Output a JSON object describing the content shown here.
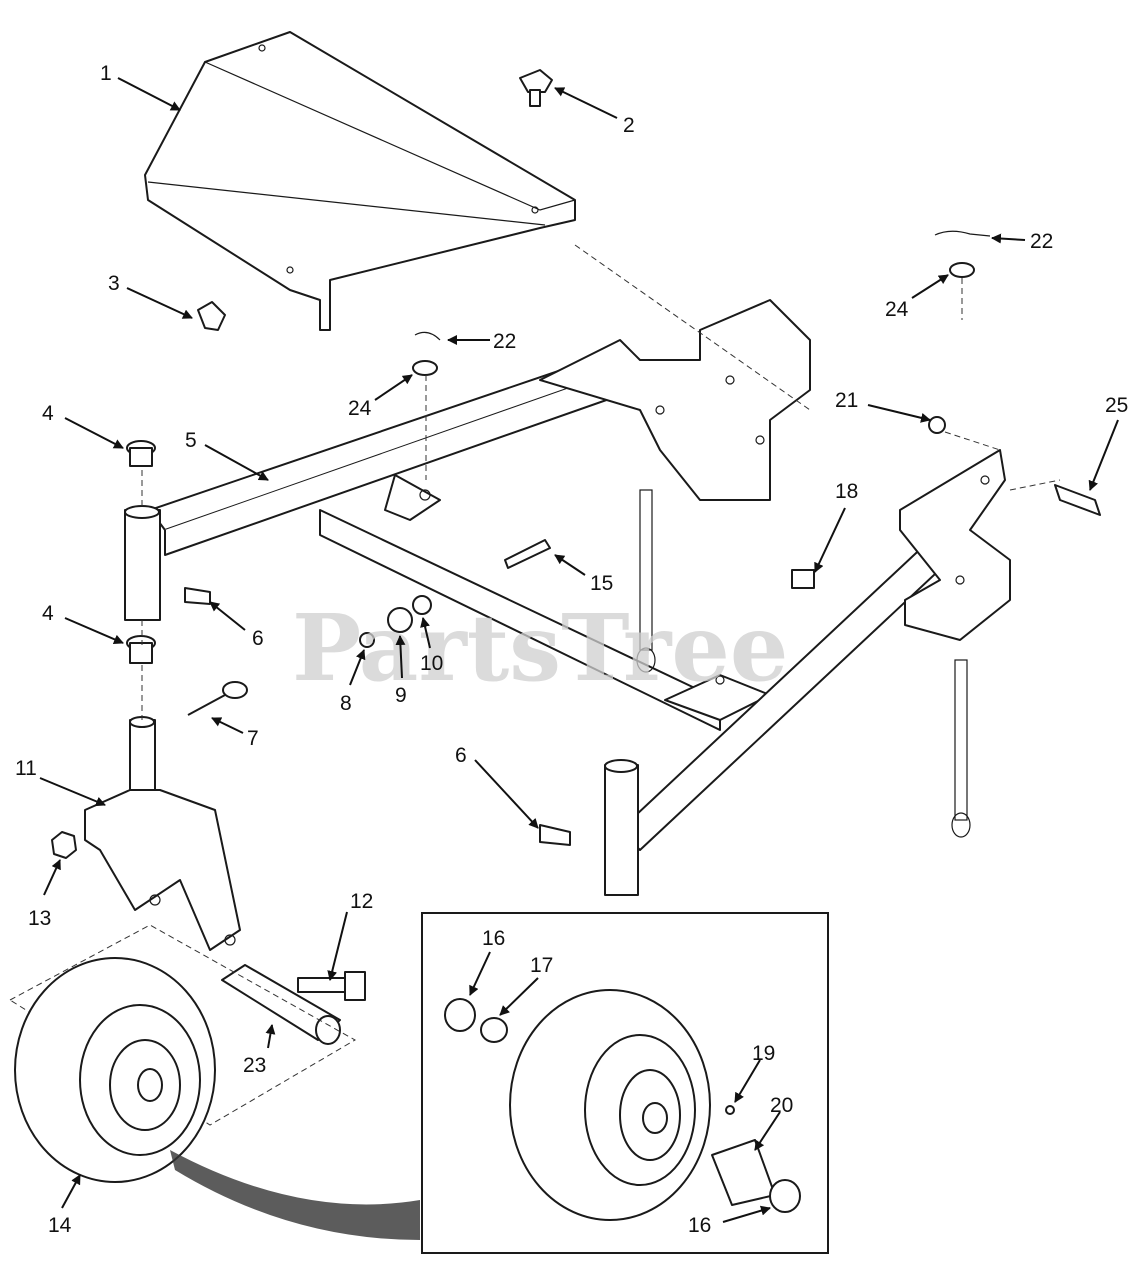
{
  "watermark": "PartsTree",
  "callouts": [
    {
      "id": "c1",
      "text": "1"
    },
    {
      "id": "c2",
      "text": "2"
    },
    {
      "id": "c3",
      "text": "3"
    },
    {
      "id": "c4a",
      "text": "4"
    },
    {
      "id": "c4b",
      "text": "4"
    },
    {
      "id": "c5",
      "text": "5"
    },
    {
      "id": "c6a",
      "text": "6"
    },
    {
      "id": "c6b",
      "text": "6"
    },
    {
      "id": "c7",
      "text": "7"
    },
    {
      "id": "c8",
      "text": "8"
    },
    {
      "id": "c9",
      "text": "9"
    },
    {
      "id": "c10",
      "text": "10"
    },
    {
      "id": "c11",
      "text": "11"
    },
    {
      "id": "c12",
      "text": "12"
    },
    {
      "id": "c13",
      "text": "13"
    },
    {
      "id": "c14",
      "text": "14"
    },
    {
      "id": "c15",
      "text": "15"
    },
    {
      "id": "c16a",
      "text": "16"
    },
    {
      "id": "c16b",
      "text": "16"
    },
    {
      "id": "c17",
      "text": "17"
    },
    {
      "id": "c18",
      "text": "18"
    },
    {
      "id": "c19",
      "text": "19"
    },
    {
      "id": "c20",
      "text": "20"
    },
    {
      "id": "c21",
      "text": "21"
    },
    {
      "id": "c22a",
      "text": "22"
    },
    {
      "id": "c22b",
      "text": "22"
    },
    {
      "id": "c23",
      "text": "23"
    },
    {
      "id": "c24a",
      "text": "24"
    },
    {
      "id": "c24b",
      "text": "24"
    },
    {
      "id": "c25",
      "text": "25"
    }
  ]
}
